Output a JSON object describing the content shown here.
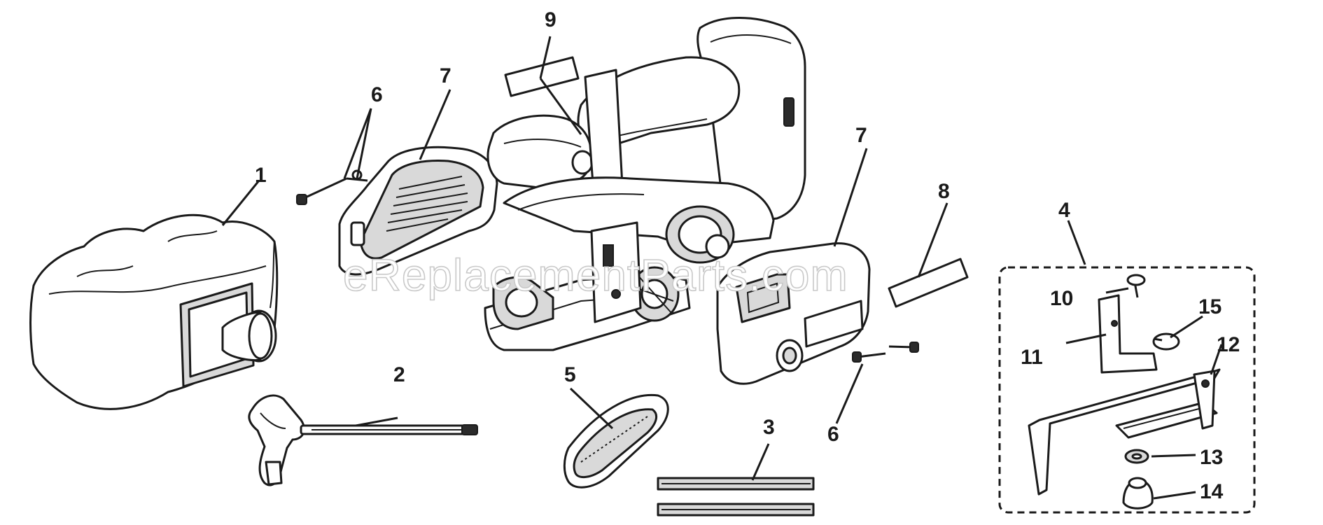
{
  "watermark": "eReplacementParts.com",
  "callouts": {
    "c1": "1",
    "c2": "2",
    "c3": "3",
    "c4": "4",
    "c5": "5",
    "c6a": "6",
    "c6b": "6",
    "c7a": "7",
    "c7b": "7",
    "c8": "8",
    "c9": "9",
    "c10": "10",
    "c11": "11",
    "c12": "12",
    "c13": "13",
    "c14": "14",
    "c15": "15"
  }
}
